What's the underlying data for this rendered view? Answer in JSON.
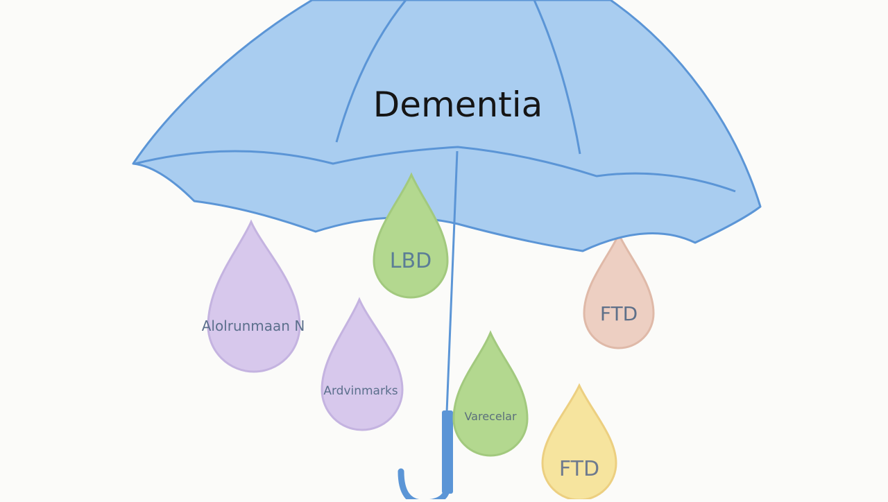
{
  "umbrella": {
    "title": "Dementia",
    "canopy_color": "#a9cdf0",
    "outline_color": "#5b95d6",
    "shaft_color": "#5b95d6"
  },
  "drops": [
    {
      "label": "LBD",
      "fill": "#b3d88f",
      "stroke": "#a2c97e",
      "text_color": "#5b7d96"
    },
    {
      "label": "Alolrunmaan N",
      "fill": "#d7c8ec",
      "stroke": "#c4b3e0",
      "text_color": "#5b6f8c"
    },
    {
      "label": "Ardvinmarks",
      "fill": "#d7c8ec",
      "stroke": "#c4b3e0",
      "text_color": "#5b6f8c"
    },
    {
      "label": "Varecelar",
      "fill": "#b3d88f",
      "stroke": "#a2c97e",
      "text_color": "#5b6f7c"
    },
    {
      "label": "FTD",
      "fill": "#edcfc2",
      "stroke": "#dfb9a8",
      "text_color": "#5e7089"
    },
    {
      "label": "FTD",
      "fill": "#f6e49e",
      "stroke": "#eccf80",
      "text_color": "#6e7a8e"
    }
  ]
}
